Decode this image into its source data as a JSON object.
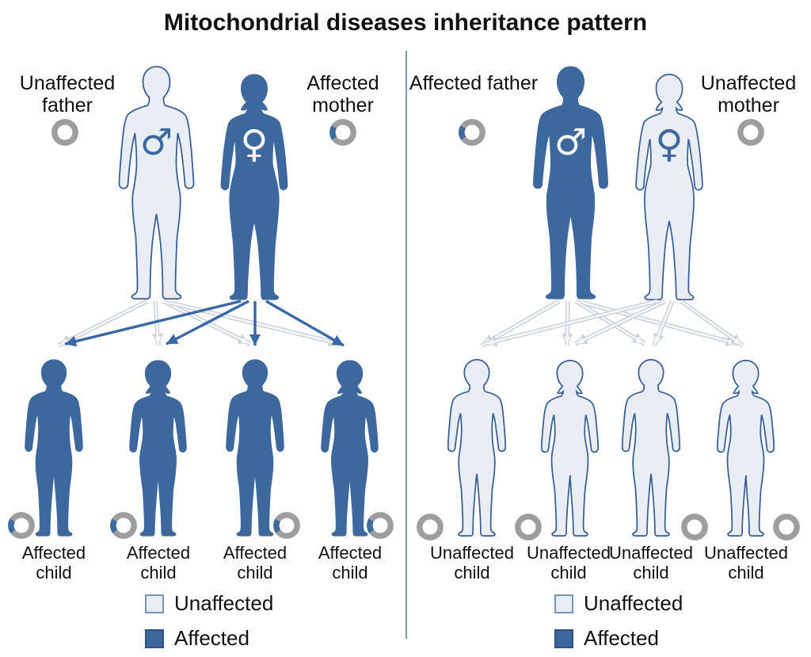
{
  "title": "Mitochondrial diseases inheritance pattern",
  "colors": {
    "affected": "#3d689e",
    "unaffected": "#e9eef5",
    "outline": "#3a5f93",
    "ring": "#9e9e9e",
    "ring_segment": "#3d6b9e",
    "arrow_affected": "#3a67a5",
    "arrow_unaffected_edge": "#ccd1d7",
    "arrow_unaffected_fill": "#f6f7f9",
    "divider": "#7d96ad",
    "text": "#111111",
    "background": "#ffffff"
  },
  "panels": [
    {
      "father": {
        "label": "Unaffected father",
        "status": "unaffected",
        "symbol": "♂"
      },
      "mother": {
        "label": "Affected mother",
        "status": "affected",
        "symbol": "♀"
      },
      "children": [
        {
          "label": "Affected child",
          "status": "affected",
          "sex": "boy"
        },
        {
          "label": "Affected child",
          "status": "affected",
          "sex": "girl"
        },
        {
          "label": "Affected child",
          "status": "affected",
          "sex": "boy"
        },
        {
          "label": "Affected child",
          "status": "affected",
          "sex": "girl"
        }
      ],
      "legend": [
        {
          "label": "Unaffected",
          "status": "unaffected"
        },
        {
          "label": "Affected",
          "status": "affected"
        }
      ]
    },
    {
      "father": {
        "label": "Affected father",
        "status": "affected",
        "symbol": "♂"
      },
      "mother": {
        "label": "Unaffected mother",
        "status": "unaffected",
        "symbol": "♀"
      },
      "children": [
        {
          "label": "Unaffected child",
          "status": "unaffected",
          "sex": "boy"
        },
        {
          "label": "Unaffected child",
          "status": "unaffected",
          "sex": "girl"
        },
        {
          "label": "Unaffected child",
          "status": "unaffected",
          "sex": "boy"
        },
        {
          "label": "Unaffected child",
          "status": "unaffected",
          "sex": "girl"
        }
      ],
      "legend": [
        {
          "label": "Unaffected",
          "status": "unaffected"
        },
        {
          "label": "Affected",
          "status": "affected"
        }
      ]
    }
  ]
}
